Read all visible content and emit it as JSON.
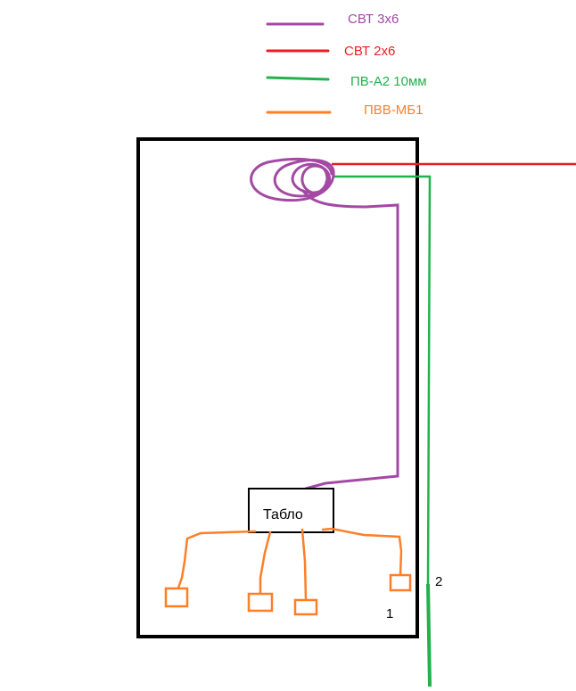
{
  "legend": [
    {
      "label": "СВТ 3х6",
      "color": "#A349A4"
    },
    {
      "label": "СВТ 2х6",
      "color": "#ED1C24"
    },
    {
      "label": "ПВ-А2 10мм",
      "color": "#22B14C"
    },
    {
      "label": "ПВВ-МБ1",
      "color": "#FF7F27"
    }
  ],
  "panel": {
    "label": "Табло"
  },
  "markers": {
    "one": "1",
    "two": "2"
  },
  "colors": {
    "frame": "#000000",
    "background": "#ffffff"
  }
}
